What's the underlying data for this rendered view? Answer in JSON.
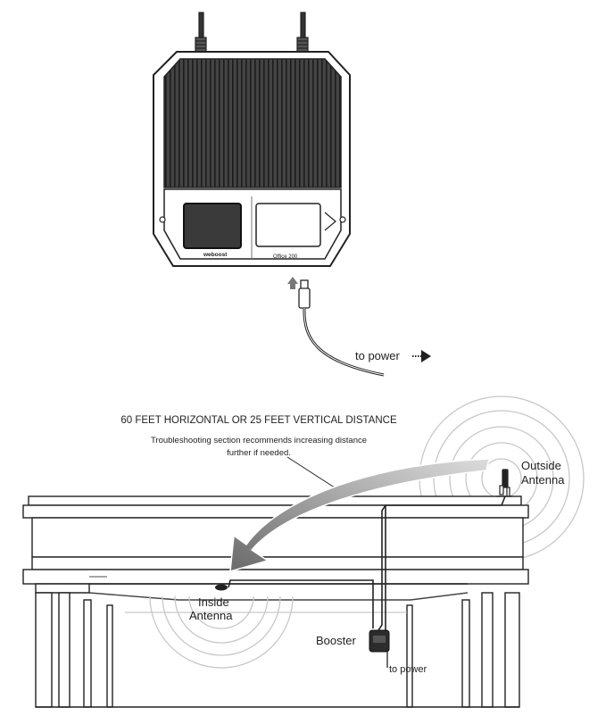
{
  "booster_unit": {
    "brand_text": "weboost",
    "model_text": "Office 200"
  },
  "power_label_top": "to power",
  "distance": {
    "heading": "60  FEET HORIZONTAL OR 25 FEET VERTICAL DISTANCE",
    "note_line1": "Troubleshooting section recommends increasing distance",
    "note_line2": "further if needed."
  },
  "labels": {
    "outside_antenna_line1": "Outside",
    "outside_antenna_line2": "Antenna",
    "inside_antenna_line1": "Inside",
    "inside_antenna_line2": "Antenna",
    "booster": "Booster",
    "to_power": "to power"
  },
  "colors": {
    "line": "#222222",
    "unit_fill": "#3b3b3b",
    "arrow_light": "#d9d9d9",
    "arrow_dark": "#6e6e6e"
  }
}
